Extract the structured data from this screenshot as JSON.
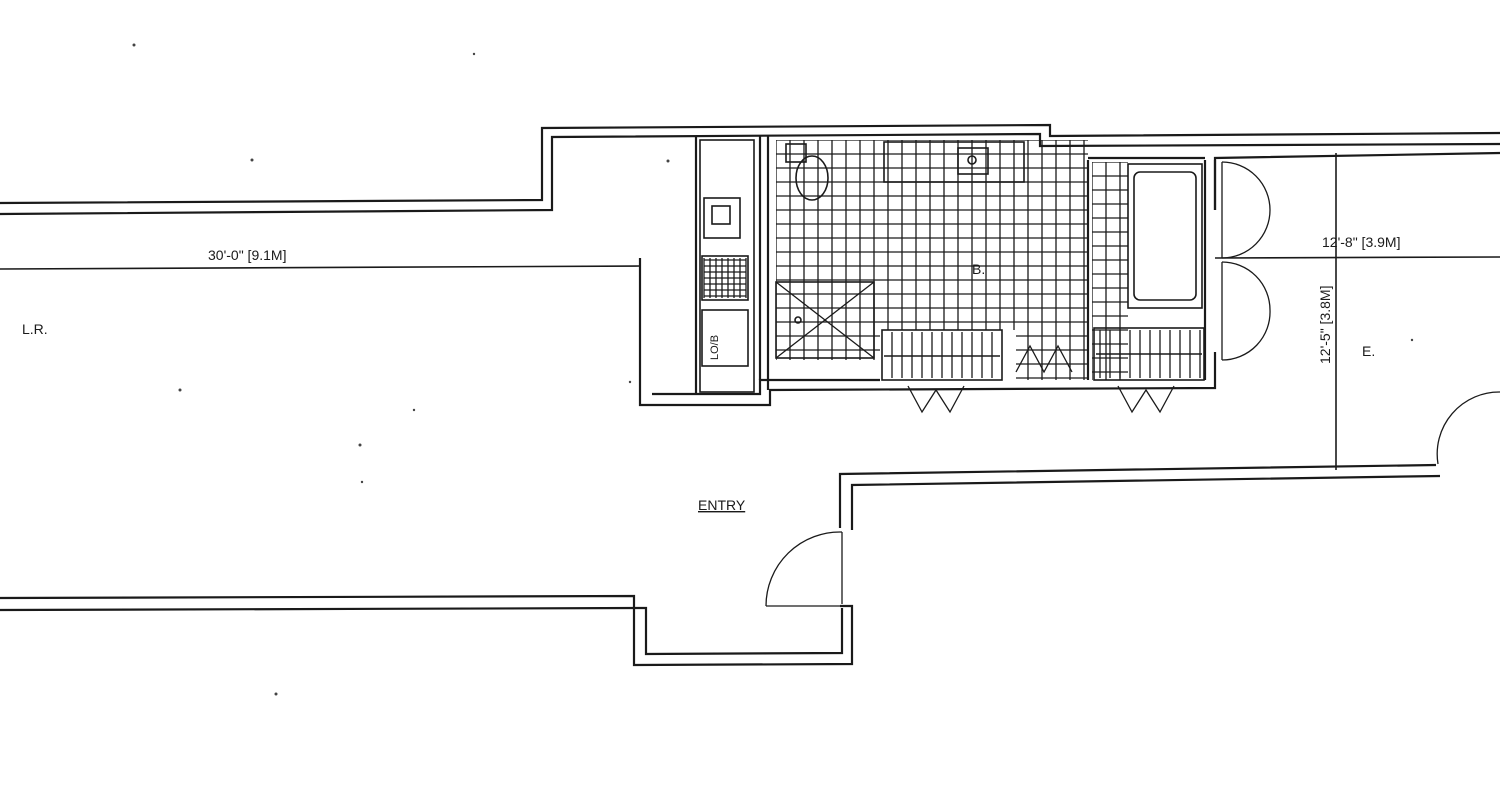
{
  "rooms": {
    "living_room": "L.R.",
    "bath": "B.",
    "bedroom": "E.",
    "entry": "ENTRY"
  },
  "dimensions": {
    "living_width": "30'-0\" [9.1M]",
    "bedroom_width": "12'-8\" [3.9M]",
    "bedroom_depth": "12'-5\" [3.8M]"
  },
  "kitchen_label": "LO/B"
}
